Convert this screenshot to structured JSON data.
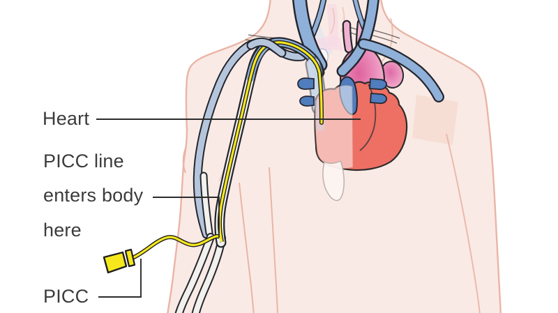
{
  "diagram": {
    "labels": {
      "heart": "Heart",
      "entry_line1": "PICC line",
      "entry_line2": "enters body",
      "entry_line3": "here",
      "picc": "PICC"
    },
    "colors": {
      "background": "#ffffff",
      "skin": "#faeae5",
      "skin_outline": "#e9b5a6",
      "vein_blue": "#8fb0d8",
      "vein_light_blue": "#b5c6dc",
      "vein_outline": "#24262e",
      "vein_white": "#f2f1ed",
      "svc_light": "#cfdeee",
      "heart_red": "#ee6f63",
      "heart_pale": "#f5c3bb",
      "aorta_pink_light": "#f4bad5",
      "aorta_pink_dark": "#df629e",
      "pulmonary_blue": "#4f7dbd",
      "picc_yellow": "#f6e71d",
      "line_color": "#2b2b2b",
      "text_color": "#3b3b3b"
    }
  }
}
